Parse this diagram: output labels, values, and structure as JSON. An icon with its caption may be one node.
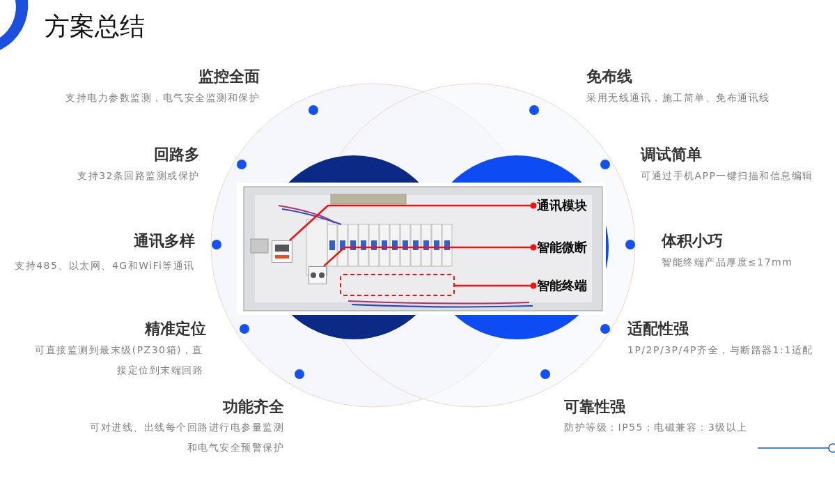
{
  "diagram": {
    "title": "方案总结",
    "nodes": [
      {
        "text": [
          "通讯模块"
        ]
      },
      {
        "text": [
          "智能微断"
        ]
      },
      {
        "text": [
          "智能终端"
        ]
      },
      {
        "text": [],
        "shape": "picture"
      },
      {
        "text": [],
        "shape": "picture"
      },
      {
        "text": [],
        "shape": "box"
      }
    ],
    "edges": [
      {
        "from": 0,
        "to": 3,
        "arrow": "other",
        "color": "#ee1111"
      },
      {
        "from": 1,
        "to": 4,
        "arrow": "other",
        "color": "#ee1111"
      },
      {
        "from": 2,
        "to": 5,
        "arrow": "other",
        "color": "#ee1111"
      }
    ],
    "labels": [
      "监控全面",
      "支持电力参数监测，电气安全监测和保护",
      "免布线",
      "采用无线通讯，施工简单、免布通讯线",
      "回路多",
      "支持32条回路监测或保护",
      "调试简单",
      "可通过手机APP一键扫描和信息编辑",
      "通讯多样",
      "支持485、以太网、4G和WiFi等通讯",
      "体积小巧",
      "智能终端产品厚度≤17mm",
      "精准定位",
      "可直接监测到最末级(PZ30箱)，直接定位到末端回路",
      "适配性强",
      "1P/2P/3P/4P齐全，与断路器1:1适配",
      "功能齐全",
      "可对进线、出线每个回路进行电参量监测和电气安全预警保护",
      "可靠性强",
      "防护等级：IP55；电磁兼容：3级以上"
    ]
  }
}
